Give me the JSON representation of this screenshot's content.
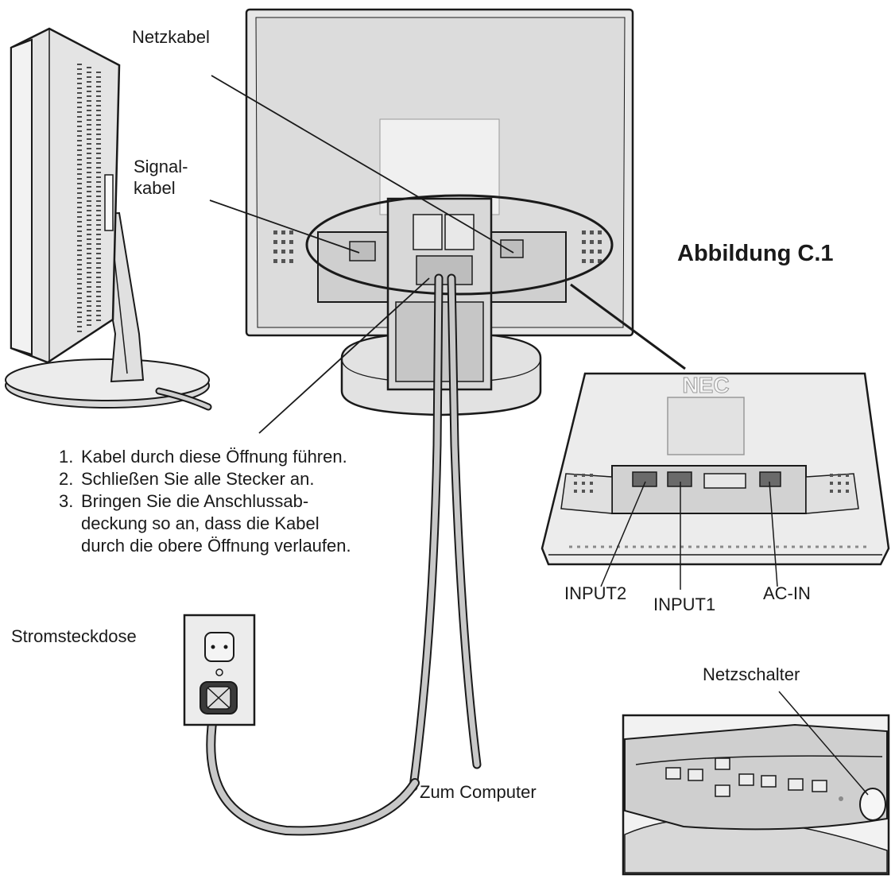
{
  "figure": {
    "title": "Abbildung C.1",
    "brand_logo_text": "NEC"
  },
  "labels": {
    "netzkabel": "Netzkabel",
    "signalkabel_1": "Signal-",
    "signalkabel_2": "kabel",
    "stromsteckdose": "Stromsteckdose",
    "zum_computer": "Zum Computer",
    "netzschalter": "Netzschalter",
    "input2": "INPUT2",
    "input1": "INPUT1",
    "ac_in": "AC-IN"
  },
  "steps": [
    {
      "number": "1.",
      "lines": [
        "Kabel durch diese Öffnung führen."
      ]
    },
    {
      "number": "2.",
      "lines": [
        "Schließen Sie alle Stecker an."
      ]
    },
    {
      "number": "3.",
      "lines": [
        "Bringen Sie die Anschlussab-",
        "deckung so an, dass die Kabel",
        "durch die obere Öffnung verlaufen."
      ]
    }
  ],
  "colors": {
    "ink": "#1a1a1a",
    "body_light": "#ececec",
    "body_mid": "#d6d6d6",
    "body_dark": "#b5b5b5",
    "cable": "#c8c8c8"
  }
}
